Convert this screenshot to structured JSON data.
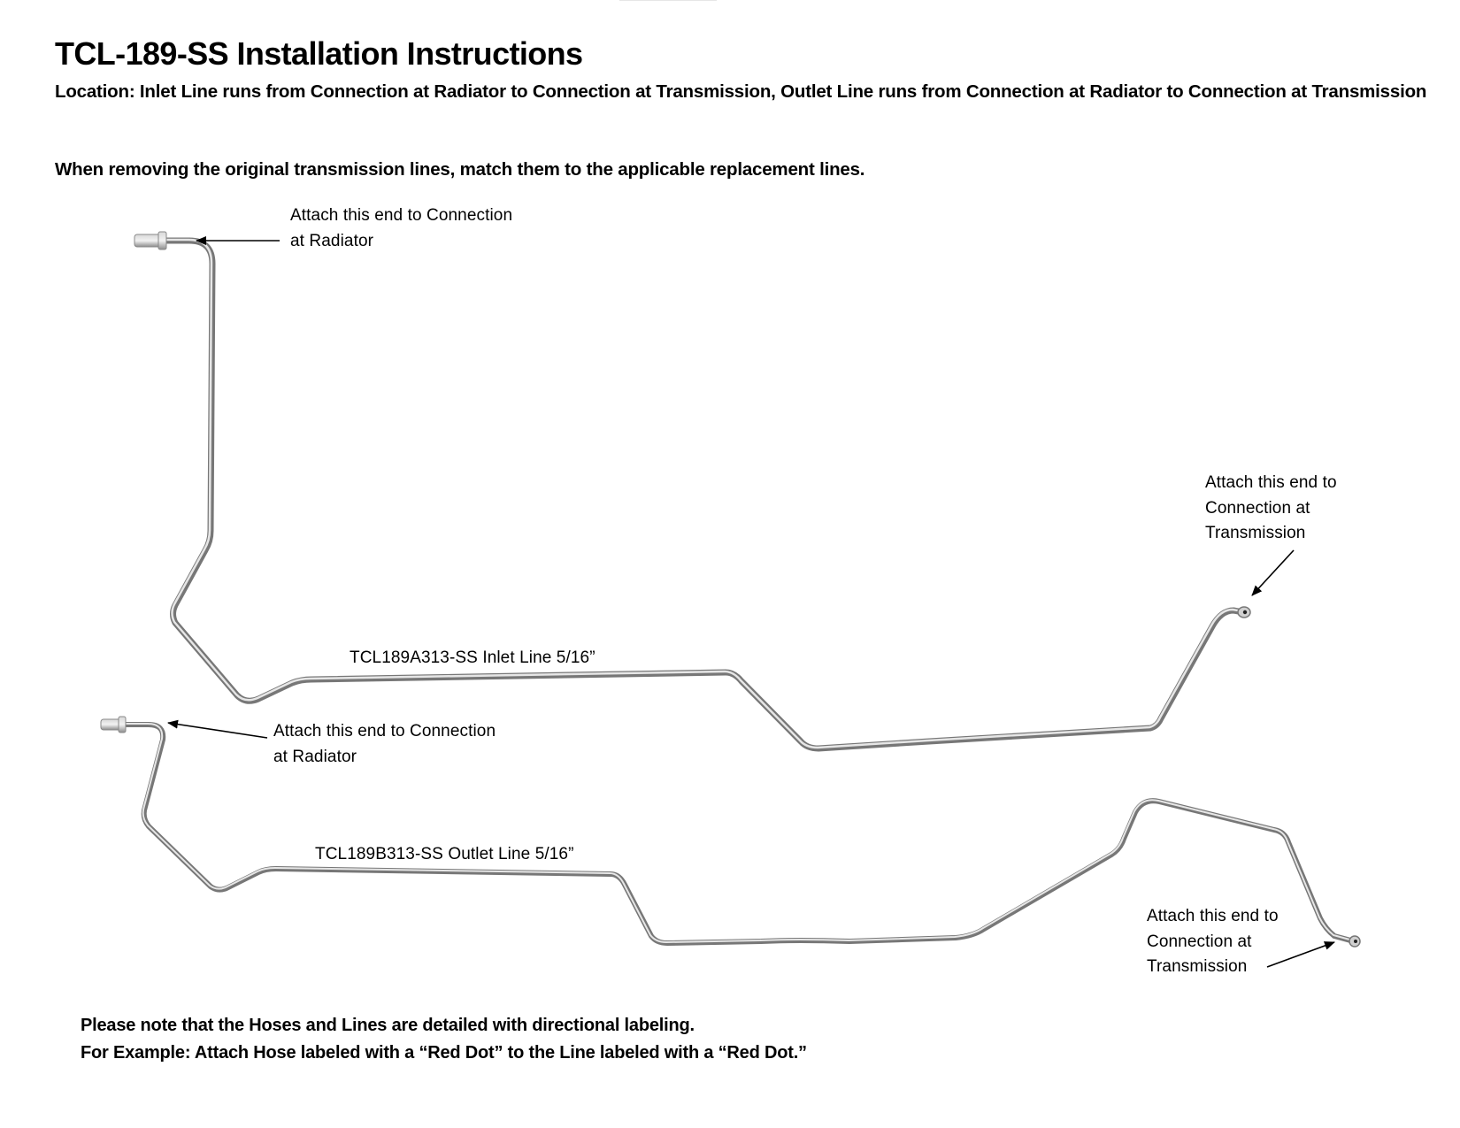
{
  "document": {
    "title": "TCL-189-SS Installation Instructions",
    "location_text": "Location: Inlet Line runs from Connection at Radiator to Connection at Transmission, Outlet Line runs from Connection at Radiator to Connection at Transmission",
    "instruction_text": "When removing the original transmission lines, match them to the applicable replacement lines."
  },
  "diagram": {
    "pipe_color": "#8a8a8a",
    "pipe_highlight": "#e4e4e4",
    "arrow_color": "#000000",
    "inlet_line": {
      "part_label": "TCL189A313-SS Inlet Line 5/16”",
      "radiator_callout": {
        "line1": "Attach this end to Connection",
        "line2": "at Radiator"
      },
      "transmission_callout": {
        "line1": "Attach this end to",
        "line2": "Connection at",
        "line3": "Transmission"
      }
    },
    "outlet_line": {
      "part_label": "TCL189B313-SS Outlet Line 5/16”",
      "radiator_callout": {
        "line1": "Attach this end to Connection",
        "line2": "at Radiator"
      },
      "transmission_callout": {
        "line1": "Attach this end to",
        "line2": "Connection at",
        "line3": "Transmission"
      }
    }
  },
  "notes": {
    "line1": "Please note that the Hoses and Lines are detailed with directional labeling.",
    "line2": "For Example: Attach Hose labeled with a “Red Dot” to the Line labeled with a “Red Dot.”"
  }
}
